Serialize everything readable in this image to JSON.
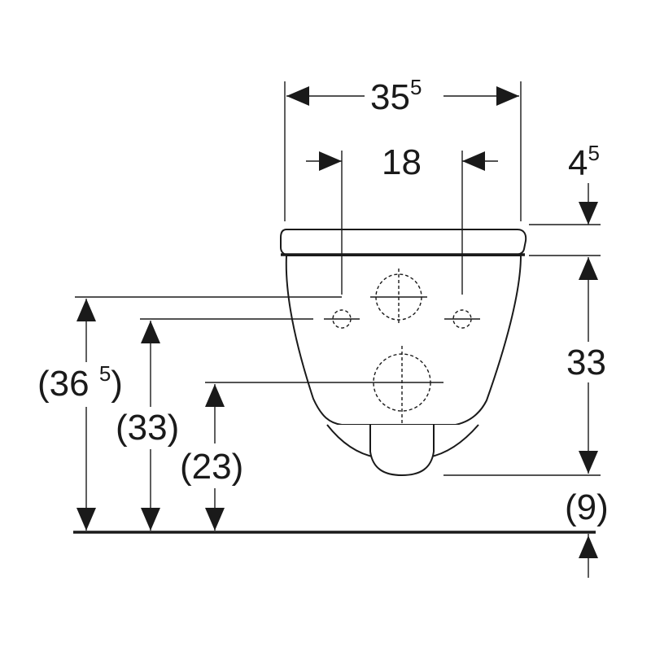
{
  "dimensions": {
    "overall_width": {
      "main": "35",
      "sup": "5"
    },
    "fixing_spacing": {
      "main": "18"
    },
    "seat_thickness": {
      "main": "4",
      "sup": "5"
    },
    "height_to_bottom": {
      "main": "33"
    },
    "gap_below": {
      "main": "(9)"
    },
    "height_upper_connection": {
      "main": "(36 ",
      "sup": "5",
      "tail": ")"
    },
    "height_fixing_bolts": {
      "main": "(33)"
    },
    "height_waste_outlet": {
      "main": "(23)"
    }
  }
}
